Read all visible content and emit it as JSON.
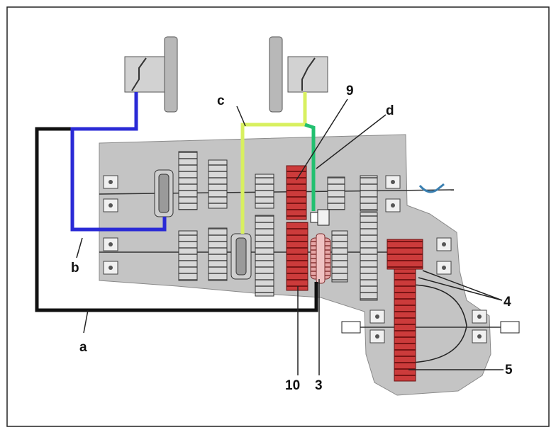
{
  "colors": {
    "line_a": "#111111",
    "line_b": "#2a2ad6",
    "line_c": "#d8f060",
    "line_d": "#22c070",
    "highlight_gear": "#c42a2a",
    "housing": "#c4c4c4"
  },
  "labels": {
    "a": "a",
    "b": "b",
    "c": "c",
    "d": "d",
    "n3": "3",
    "n4": "4",
    "n5": "5",
    "n9": "9",
    "n10": "10"
  }
}
